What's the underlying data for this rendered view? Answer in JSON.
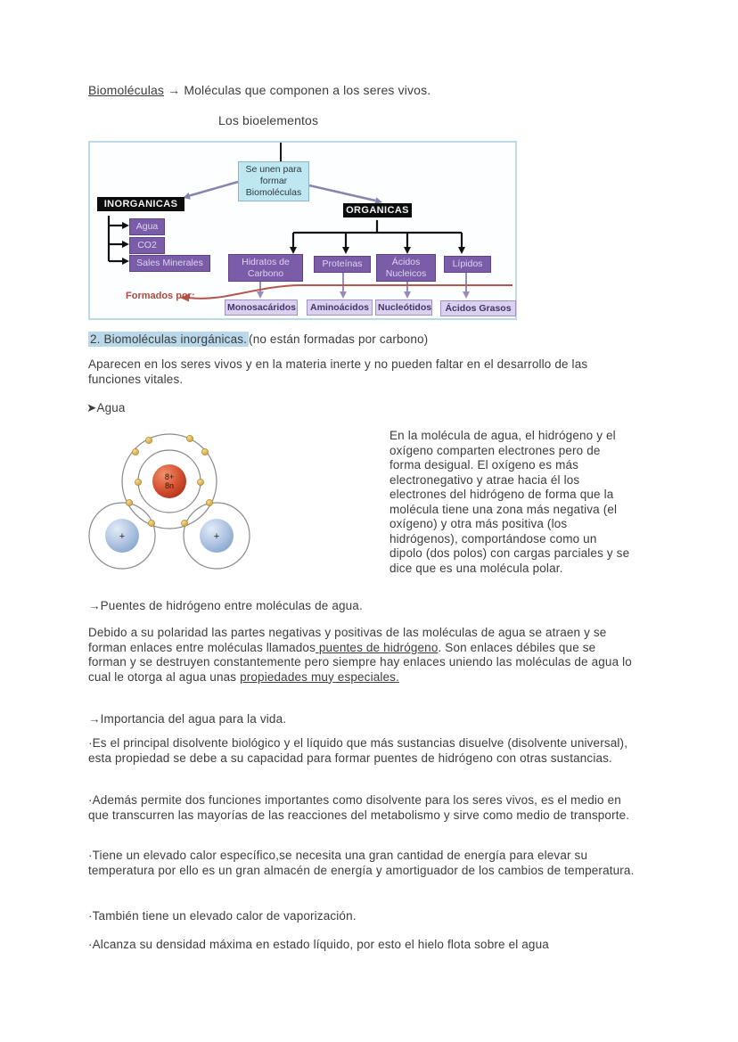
{
  "header": {
    "title_term": "Biomoléculas",
    "title_arrow": "→",
    "title_rest": "Moléculas que componen a los seres vivos.",
    "subtitle": "Los bioelementos"
  },
  "diagram": {
    "root_box": "Se unen para formar Biomoléculas",
    "inorganic_label": "INORGANICAS",
    "organic_label": "ORGANICAS",
    "inorganic_items": [
      "Agua",
      "CO2",
      "Sales Minerales"
    ],
    "organic_items": [
      "Hidratos de Carbono",
      "Proteínas",
      "Ácidos Nucleicos",
      "Lípidos"
    ],
    "formed_by_label": "Formados por:",
    "monomers": [
      "Monosacáridos",
      "Aminoácidos",
      "Nucleótidos",
      "Ácidos Grasos"
    ],
    "colors": {
      "category_box": "#7a5ca8",
      "monomer_box": "#dbd1ee",
      "root_box": "#bee7f2",
      "black_box": "#0c0c0c",
      "formed_by_red": "#b0493f",
      "diagram_border": "#bcd9e8",
      "connector_purple": "#8585ad"
    }
  },
  "section2": {
    "heading_highlighted": "2. Biomoléculas inorgánicas.",
    "heading_rest": "(no están formadas por carbono)",
    "highlight_color": "#b9d9ea",
    "intro": "Aparecen en los seres vivos y en la materia inerte y no pueden faltar en el desarrollo de las funciones vitales.",
    "water_item": "➤Agua"
  },
  "molecule": {
    "nucleus_protons": "8+",
    "nucleus_neutrons": "8n",
    "hydrogen_charge": "+",
    "colors": {
      "oxygen": "#c03a22",
      "hydrogen": "#92aed6",
      "electron": "#e0ab3c"
    }
  },
  "water_polarity_paragraph": "En la molécula de agua, el hidrógeno y el oxígeno comparten electrones pero de forma desigual. El oxígeno es más electronegativo y atrae hacia él los electrones del hidrógeno de forma que la molécula tiene una zona más negativa (el oxígeno) y otra más positiva (los hidrógenos), comportándose como un dipolo (dos polos) con cargas parciales y se dice que es una molécula polar.",
  "hydrogen_bonds": {
    "heading": "→Puentes de hidrógeno entre moléculas de agua.",
    "para_part1": "Debido a su polaridad las partes negativas y positivas de las moléculas de agua se atraen y se forman enlaces entre moléculas llamados",
    "para_underline1": " puentes de hidrógeno",
    "para_part2": ". Son enlaces débiles que se forman y se destruyen constantemente pero siempre hay enlaces uniendo las moléculas de agua lo cual le otorga al agua unas ",
    "para_underline2": "propiedades muy especiales."
  },
  "importance": {
    "heading": "→Importancia del agua para la vida.",
    "bullets": [
      "·Es el principal disolvente biológico y el líquido que más sustancias disuelve (disolvente universal), esta propiedad se debe a su capacidad para formar puentes de hidrógeno con otras sustancias.",
      "·Además permite dos funciones importantes como disolvente para los seres vivos, es el medio en que transcurren las mayorías de las reacciones del metabolismo y sirve como medio de transporte.",
      "·Tiene un elevado calor específico,se necesita una gran cantidad de energía para elevar su temperatura por ello es un gran almacén de energía y amortiguador de los cambios de temperatura.",
      "·También tiene un elevado calor de vaporización.",
      "·Alcanza su densidad máxima en estado líquido, por esto el hielo flota sobre el agua"
    ]
  }
}
